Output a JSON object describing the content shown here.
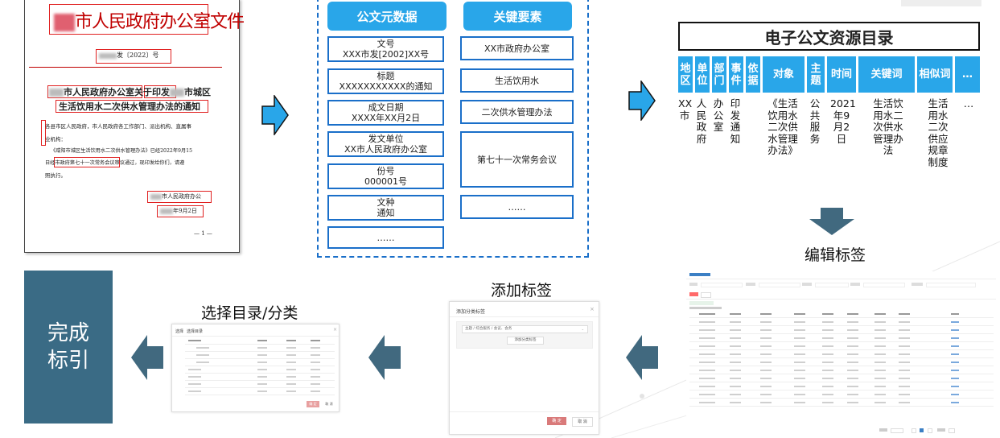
{
  "document": {
    "title_blur": "",
    "title_text": "市人民政府办公室文件",
    "doc_number": "发〔2022〕号",
    "subject_line1_a": "市人民政府办公室关于印发",
    "subject_line1_b": "市城区",
    "subject_line2": "生活饮用水二次供水管理办法的通知",
    "body_line1": "各县市区人民政府，市人民政府各工作部门、派出机构、直属事",
    "body_line2": "业机构：",
    "body_line3": "《咸阳市城区生活饮用水二次供水管理办法》已经2022年9月15",
    "body_line4": "日经市政府第七十一次常务会议审议通过，现印发给你们，请遵",
    "body_line5": "照执行。",
    "sign_org": "市人民政府办公",
    "sign_date": "年9月2日",
    "page_num": "— 1 —"
  },
  "metadata": {
    "left_header": "公文元数据",
    "right_header": "关键要素",
    "left_items": [
      {
        "label": "文号",
        "value": "XXX市发[2002]XX号"
      },
      {
        "label": "标题",
        "value": "XXXXXXXXXXX的通知"
      },
      {
        "label": "成文日期",
        "value": "XXXX年XX月2日"
      },
      {
        "label": "发文单位",
        "value": "XX市人民政府办公室"
      },
      {
        "label": "份号",
        "value": "000001号"
      },
      {
        "label": "文种",
        "value": "通知"
      },
      {
        "label": "",
        "value": "……"
      }
    ],
    "right_items": [
      "XX市政府办公室",
      "生活饮用水",
      "二次供水管理办法",
      "第七十一次常务会议",
      "……"
    ]
  },
  "catalog": {
    "title": "电子公文资源目录",
    "headers": [
      "地区",
      "单位",
      "部门",
      "事件",
      "依据",
      "对象",
      "主题",
      "时间",
      "关键词",
      "相似词",
      "…"
    ],
    "row": [
      "XX市",
      "人民政府",
      "办公室",
      "印发通知",
      "",
      "《生活饮用水二次供水管理办法》",
      "公共服务",
      "2021年9月2日",
      "生活饮用水二次供水管理办法",
      "生活用水二次供应规章制度",
      "…"
    ]
  },
  "steps": {
    "edit_tags": "编辑标签",
    "add_tags": "添加标签",
    "select_catalog": "选择目录/分类",
    "done": "完成标引"
  },
  "add_tag_dialog": {
    "title": "添加分类标签",
    "select_placeholder": "主题 / 综合服务 / 会议、会务",
    "add_btn": "添加分类标签",
    "ok": "确 定",
    "cancel": "取 消"
  },
  "select_dialog": {
    "title": "选择目录",
    "ok": "确 定",
    "cancel": "取 消"
  },
  "colors": {
    "accent": "#29a6e9",
    "border": "#1a6fc9",
    "arrow": "#41697f",
    "done_bg": "#3a6b85",
    "red": "#e02020"
  }
}
